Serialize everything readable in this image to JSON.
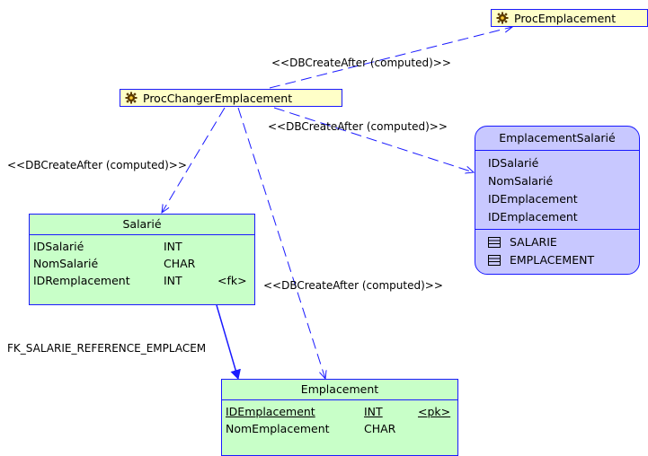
{
  "procedures": {
    "proc_emplacement": "ProcEmplacement",
    "proc_changer_emplacement": "ProcChangerEmplacement"
  },
  "links": {
    "label_proc_to_proc": "<<DBCreateAfter (computed)>>",
    "label_to_view": "<<DBCreateAfter (computed)>>",
    "label_to_salarie": "<<DBCreateAfter (computed)>>",
    "label_to_emplacement": "<<DBCreateAfter (computed)>>",
    "fk_reference": "FK_SALARIE_REFERENCE_EMPLACEM"
  },
  "tables": {
    "salarie": {
      "name": "Salarié",
      "columns": [
        {
          "name": "IDSalarié",
          "type": "INT",
          "key": ""
        },
        {
          "name": "NomSalarié",
          "type": "CHAR",
          "key": ""
        },
        {
          "name": "IDRemplacement",
          "type": "INT",
          "key": "<fk>"
        }
      ]
    },
    "emplacement": {
      "name": "Emplacement",
      "columns": [
        {
          "name": "IDEmplacement",
          "type": "INT",
          "key": "<pk>"
        },
        {
          "name": "NomEmplacement",
          "type": "CHAR",
          "key": ""
        }
      ]
    }
  },
  "view": {
    "name": "EmplacementSalarié",
    "columns": [
      "IDSalarié",
      "NomSalarié",
      "IDEmplacement",
      "IDEmplacement"
    ],
    "sources": [
      "SALARIE",
      "EMPLACEMENT"
    ]
  },
  "colors": {
    "border": "#1a1aff",
    "procedure_fill": "#ffffc8",
    "table_fill": "#c8ffc8",
    "view_fill": "#c8c8ff"
  }
}
